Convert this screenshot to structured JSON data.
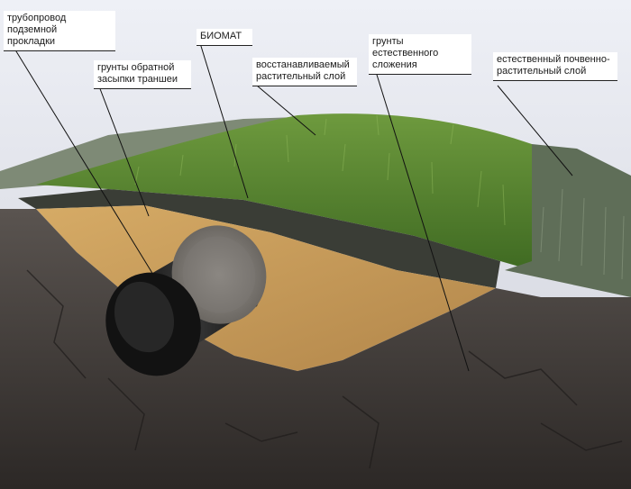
{
  "labels": {
    "pipeline": "трубопровод подземной\nпрокладки",
    "backfill": "грунты обратной\nзасыпки траншеи",
    "biomat": "БИОМАТ",
    "vegetation": "восстанавливаемый\nрастительный слой",
    "natural_soil": "грунты естественного\nсложения",
    "topsoil": "естественный почвенно-\nрастительный слой"
  },
  "colors": {
    "sky": "#dcdde6",
    "grass": "#4f7a2c",
    "grass_light": "#6e9a3e",
    "sand": "#c49a58",
    "biomat_layer": "#3c3f38",
    "rock": "#4a4542",
    "rock_dark": "#2f2b29",
    "pipe": "#1c1c1c",
    "pipe_rim": "#8a8680"
  }
}
